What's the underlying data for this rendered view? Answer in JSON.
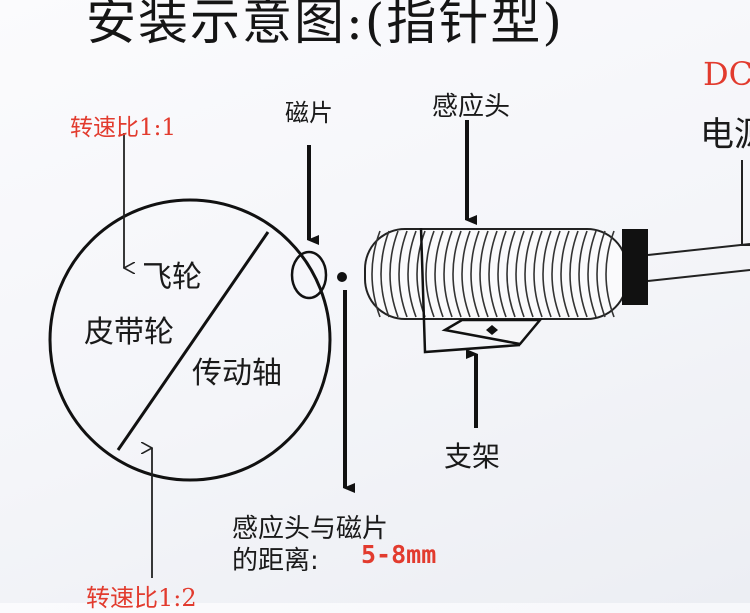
{
  "title": "安装示意图:(指针型)",
  "labels": {
    "ratio_top": "转速比1:1",
    "ratio_bottom": "转速比1:2",
    "magnet": "磁片",
    "sensor_head": "感应头",
    "flywheel": "飞轮",
    "belt_wheel": "皮带轮",
    "drive_shaft": "传动轴",
    "bracket": "支架",
    "distance_line1": "感应头与磁片",
    "distance_line2": "的距离:",
    "distance_value": "5-8mm",
    "dc": "DC",
    "power_partial": "电源"
  },
  "colors": {
    "accent_red": "#e23b2e",
    "ink": "#1a1a1a"
  }
}
